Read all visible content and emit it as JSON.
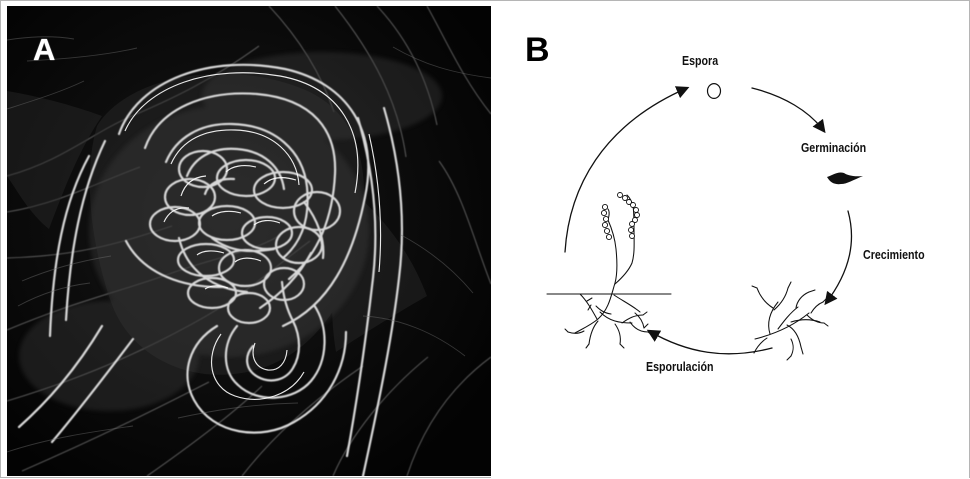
{
  "panels": {
    "a": {
      "label": "A"
    },
    "b": {
      "label": "B",
      "cycle": {
        "stages": [
          {
            "label": "Espora"
          },
          {
            "label": "Germinación"
          },
          {
            "label": "Crecimiento"
          },
          {
            "label": "Esporulación"
          }
        ]
      }
    }
  }
}
